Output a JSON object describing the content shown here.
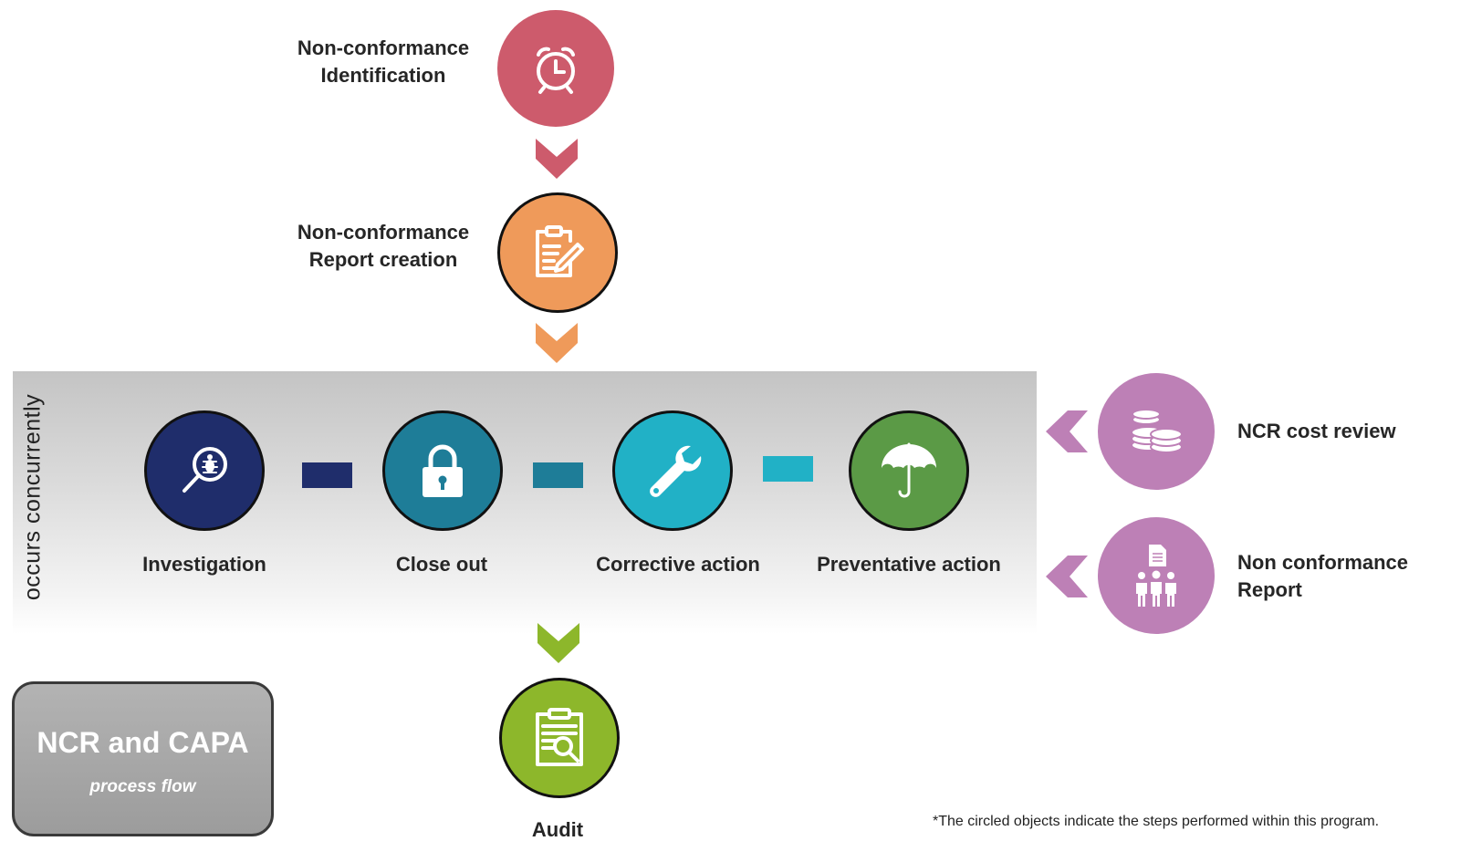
{
  "colors": {
    "identification": "#cd5b6c",
    "report_creation": "#ef9a5a",
    "investigation": "#1f2d6b",
    "close_out": "#1e7d98",
    "corrective": "#21b1c6",
    "preventative": "#5b9a46",
    "audit": "#8db72b",
    "side": "#bd80b6",
    "band_top": "#c4c4c4"
  },
  "top_steps": [
    {
      "label_line1": "Non-conformance",
      "label_line2": "Identification",
      "icon": "alarm-clock-icon"
    },
    {
      "label_line1": "Non-conformance",
      "label_line2": "Report creation",
      "icon": "clipboard-edit-icon"
    }
  ],
  "band": {
    "vertical_label": "occurs concurrently",
    "steps": [
      {
        "label": "Investigation",
        "icon": "magnifier-bug-icon"
      },
      {
        "label": "Close out",
        "icon": "padlock-icon"
      },
      {
        "label": "Corrective action",
        "icon": "wrench-icon"
      },
      {
        "label": "Preventative action",
        "icon": "umbrella-icon"
      }
    ]
  },
  "side_steps": [
    {
      "label_line1": "NCR cost review",
      "label_line2": "",
      "icon": "coins-icon"
    },
    {
      "label_line1": "Non conformance",
      "label_line2": "Report",
      "icon": "people-document-icon"
    }
  ],
  "final_step": {
    "label": "Audit",
    "icon": "clipboard-search-icon"
  },
  "title_box": {
    "main": "NCR and CAPA",
    "sub": "process flow"
  },
  "footnote": "*The circled objects indicate the steps performed within this program."
}
